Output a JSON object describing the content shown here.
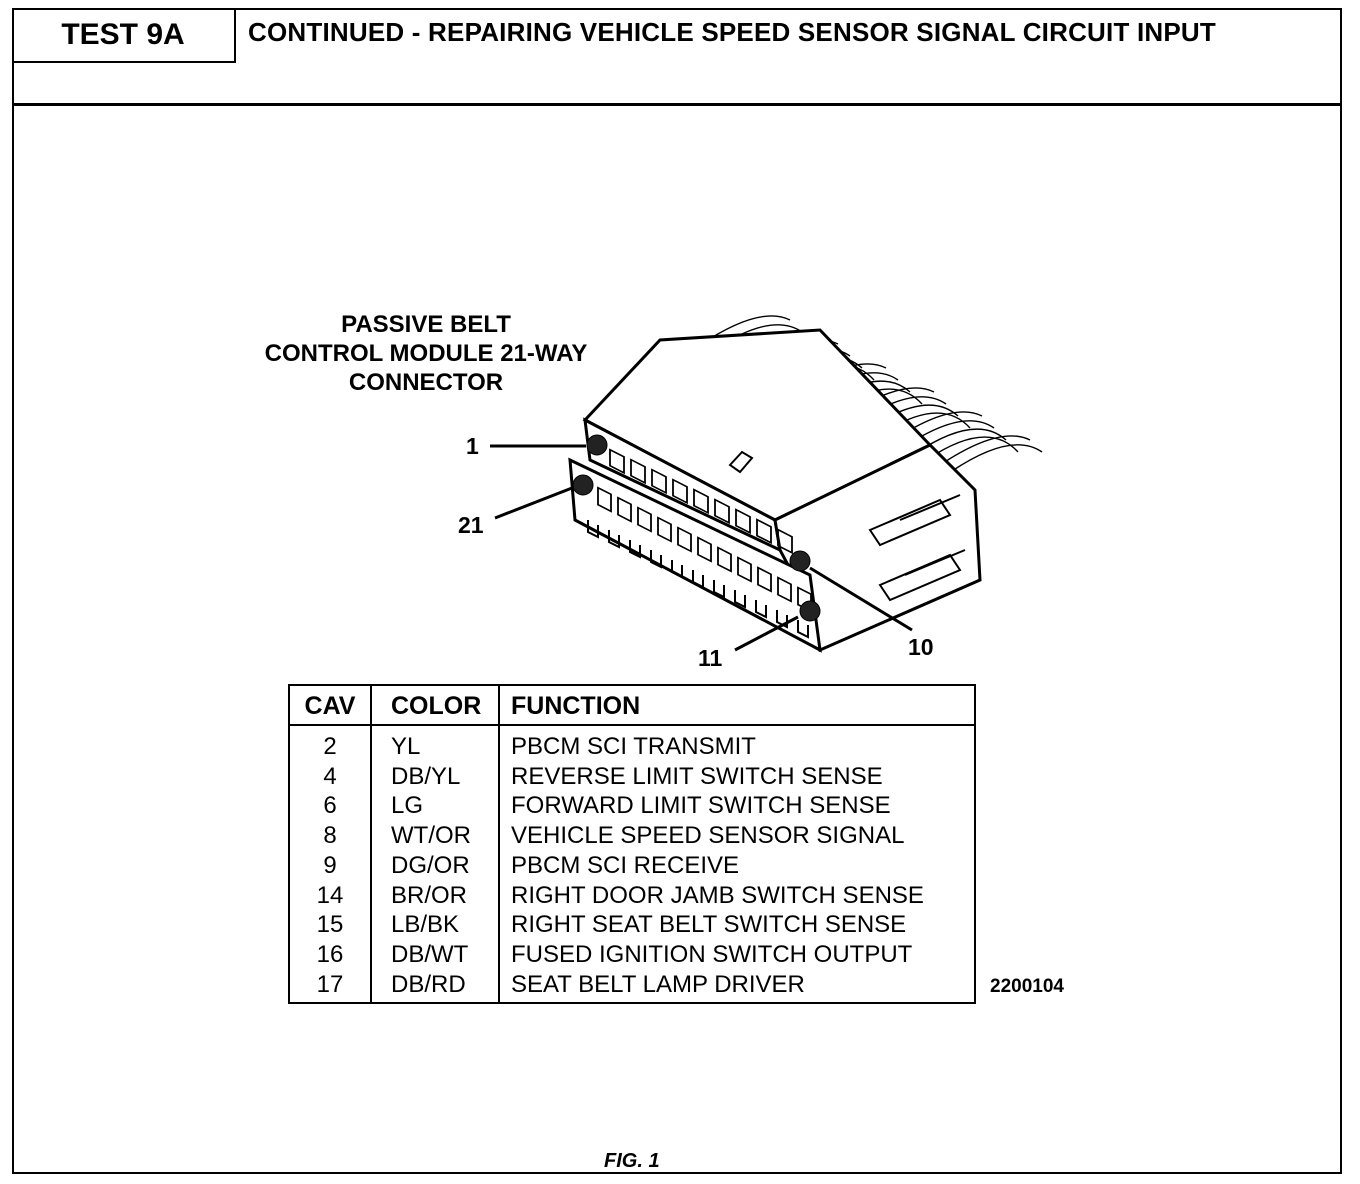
{
  "header": {
    "test_label": "TEST 9A",
    "title": "CONTINUED -  REPAIRING VEHICLE SPEED SENSOR SIGNAL CIRCUIT INPUT"
  },
  "diagram": {
    "callout_lines": [
      "PASSIVE BELT",
      "CONTROL MODULE  21-WAY",
      "CONNECTOR"
    ],
    "pin_labels": {
      "pin1": "1",
      "pin21": "21",
      "pin10": "10",
      "pin11": "11"
    }
  },
  "table": {
    "headers": {
      "cav": "CAV",
      "color": "COLOR",
      "function": "FUNCTION"
    },
    "rows": [
      {
        "cav": "2",
        "color": "YL",
        "function": "PBCM SCI TRANSMIT"
      },
      {
        "cav": "4",
        "color": "DB/YL",
        "function": "REVERSE LIMIT SWITCH SENSE"
      },
      {
        "cav": "6",
        "color": "LG",
        "function": "FORWARD LIMIT SWITCH SENSE"
      },
      {
        "cav": "8",
        "color": "WT/OR",
        "function": "VEHICLE SPEED SENSOR SIGNAL"
      },
      {
        "cav": "9",
        "color": "DG/OR",
        "function": "PBCM SCI RECEIVE"
      },
      {
        "cav": "14",
        "color": "BR/OR",
        "function": "RIGHT DOOR JAMB SWITCH SENSE"
      },
      {
        "cav": "15",
        "color": "LB/BK",
        "function": "RIGHT SEAT BELT SWITCH SENSE"
      },
      {
        "cav": "16",
        "color": "DB/WT",
        "function": "FUSED IGNITION SWITCH OUTPUT"
      },
      {
        "cav": "17",
        "color": "DB/RD",
        "function": "SEAT BELT LAMP DRIVER"
      }
    ]
  },
  "reference_number": "2200104",
  "figure_caption": "FIG. 1"
}
